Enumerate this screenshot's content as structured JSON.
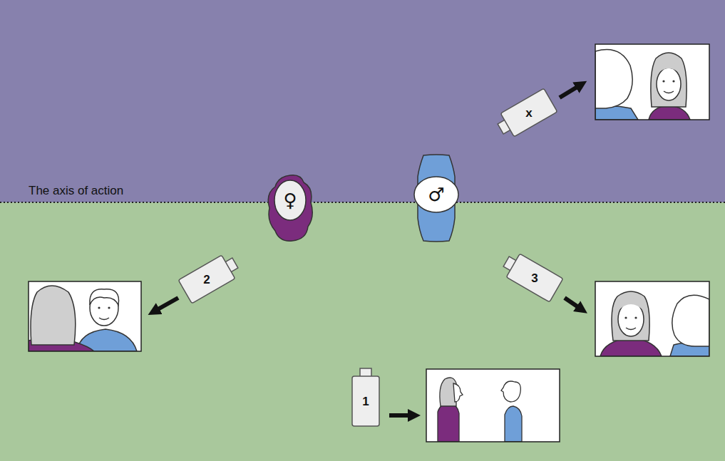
{
  "diagram": {
    "nodes": [
      {
        "text": [
          "x"
        ]
      },
      {
        "text": [
          "♀"
        ]
      },
      {
        "text": [
          "♂"
        ]
      },
      {
        "text": [
          "2"
        ]
      },
      {
        "text": [
          "3"
        ]
      },
      {
        "text": [
          "1"
        ]
      }
    ],
    "labels": [
      "The axis of action"
    ]
  }
}
